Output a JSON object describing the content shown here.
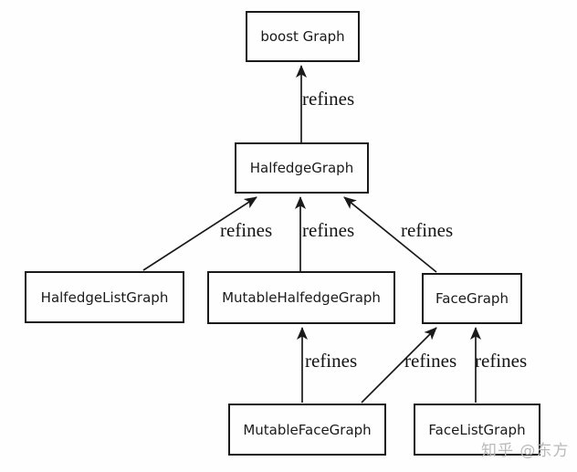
{
  "diagram": {
    "type": "concept-refinement-graph",
    "nodes": [
      {
        "id": "boost-graph",
        "label": "boost Graph"
      },
      {
        "id": "halfedge-graph",
        "label": "HalfedgeGraph"
      },
      {
        "id": "halfedge-list-graph",
        "label": "HalfedgeListGraph"
      },
      {
        "id": "mutable-halfedge-graph",
        "label": "MutableHalfedgeGraph"
      },
      {
        "id": "face-graph",
        "label": "FaceGraph"
      },
      {
        "id": "mutable-face-graph",
        "label": "MutableFaceGraph"
      },
      {
        "id": "face-list-graph",
        "label": "FaceListGraph"
      }
    ],
    "edges": [
      {
        "from": "HalfedgeGraph",
        "to": "boost Graph",
        "label": "refines"
      },
      {
        "from": "HalfedgeListGraph",
        "to": "HalfedgeGraph",
        "label": "refines"
      },
      {
        "from": "MutableHalfedgeGraph",
        "to": "HalfedgeGraph",
        "label": "refines"
      },
      {
        "from": "FaceGraph",
        "to": "HalfedgeGraph",
        "label": "refines"
      },
      {
        "from": "MutableFaceGraph",
        "to": "MutableHalfedgeGraph",
        "label": "refines"
      },
      {
        "from": "MutableFaceGraph",
        "to": "FaceGraph",
        "label": "refines"
      },
      {
        "from": "FaceListGraph",
        "to": "FaceGraph",
        "label": "refines"
      }
    ],
    "watermark": "知乎 @东方",
    "colors": {
      "line": "#1a1a1a",
      "box_border": "#1a1a1a",
      "box_fill": "#fefefe",
      "background": "#fefefe",
      "watermark": "#b9b9b9"
    }
  }
}
